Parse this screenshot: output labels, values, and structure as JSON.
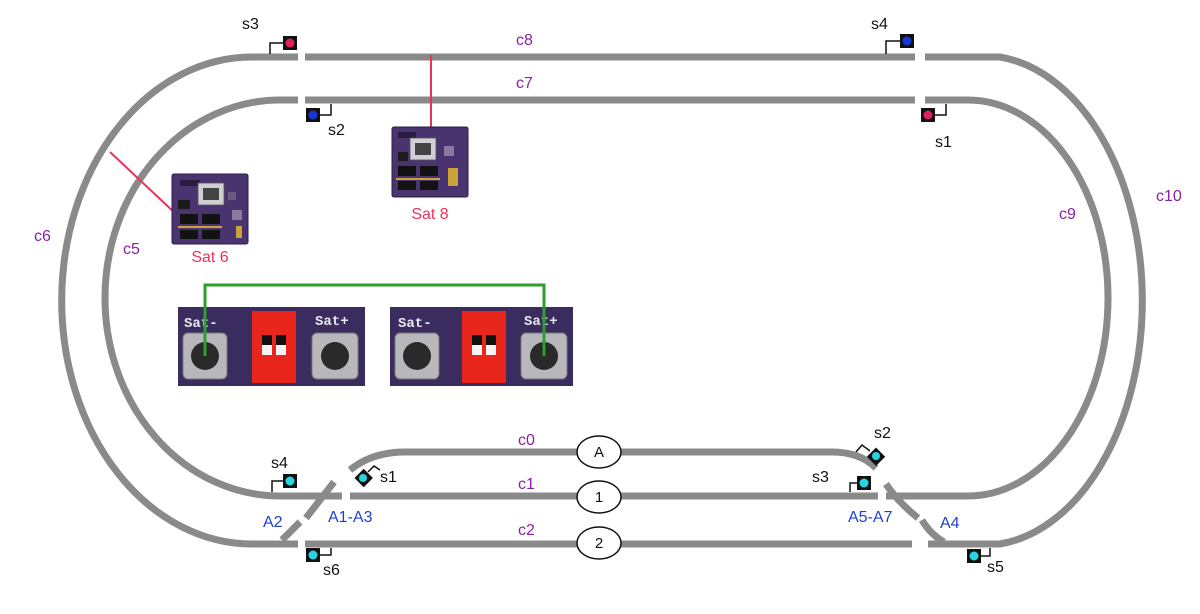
{
  "colors": {
    "track": "#8a8a8a",
    "track_label": "#8b1fa6",
    "switch_label": "#1f3fd0",
    "sat_label": "#e8335b",
    "link_line": "#e8335b",
    "wire": "#2e9e2e",
    "signal_red": "#e0205a",
    "signal_blue": "#1638d8",
    "signal_cyan": "#27d4e0",
    "dip_switch": "#e8261c"
  },
  "tracks": {
    "c0": "c0",
    "c1": "c1",
    "c2": "c2",
    "c5": "c5",
    "c6": "c6",
    "c7": "c7",
    "c8": "c8",
    "c9": "c9",
    "c10": "c10"
  },
  "stations": {
    "A": "A",
    "one": "1",
    "two": "2"
  },
  "switches": {
    "a1_a3": "A1-A3",
    "a2": "A2",
    "a4": "A4",
    "a5_a7": "A5-A7"
  },
  "signals": {
    "top_s3": {
      "label": "s3",
      "color": "red"
    },
    "top_s4": {
      "label": "s4",
      "color": "blue"
    },
    "top_s2": {
      "label": "s2",
      "color": "blue"
    },
    "top_s1": {
      "label": "s1",
      "color": "red"
    },
    "bot_s4": {
      "label": "s4",
      "color": "cyan"
    },
    "bot_s1": {
      "label": "s1",
      "color": "cyan"
    },
    "bot_s2": {
      "label": "s2",
      "color": "cyan"
    },
    "bot_s3": {
      "label": "s3",
      "color": "cyan"
    },
    "bot_s6": {
      "label": "s6",
      "color": "cyan"
    },
    "bot_s5": {
      "label": "s5",
      "color": "cyan"
    }
  },
  "satellites": {
    "sat6": "Sat 6",
    "sat8": "Sat 8"
  },
  "buttons": {
    "sat_minus": "Sat-",
    "sat_plus": "Sat+"
  }
}
